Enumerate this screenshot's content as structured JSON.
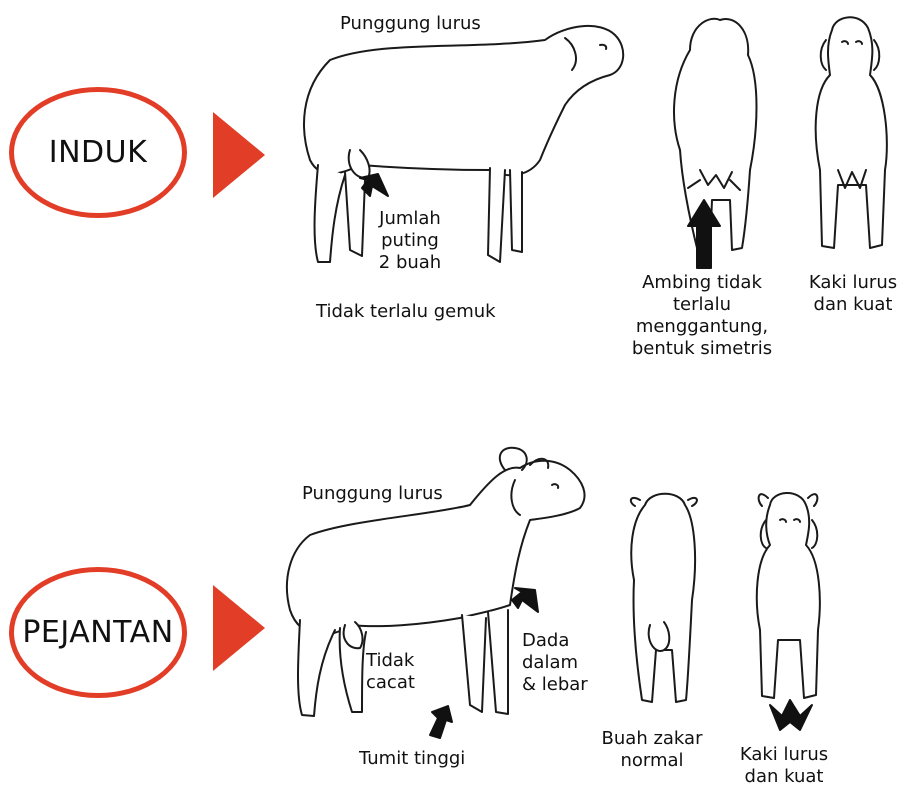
{
  "induk": {
    "category_label": "INDUK",
    "side_view": {
      "back_label": "Punggung lurus",
      "teats_label": [
        "Jumlah",
        "puting",
        "2 buah"
      ],
      "body_label": "Tidak terlalu gemuk"
    },
    "rear_view": {
      "udder_label": [
        "Ambing tidak",
        "terlalu",
        "menggantung,",
        "bentuk simetris"
      ]
    },
    "front_view": {
      "legs_label": [
        "Kaki lurus",
        "dan kuat"
      ]
    }
  },
  "pejantan": {
    "category_label": "PEJANTAN",
    "side_view": {
      "back_label": "Punggung lurus",
      "defect_label": [
        "Tidak",
        "cacat"
      ],
      "chest_label": [
        "Dada",
        "dalam",
        "& lebar"
      ],
      "heel_label": "Tumit tinggi"
    },
    "rear_view": {
      "testicle_label": [
        "Buah zakar",
        "normal"
      ]
    },
    "front_view": {
      "legs_label": [
        "Kaki lurus",
        "dan kuat"
      ]
    }
  },
  "colors": {
    "accent": "#e23d27",
    "line": "#1a1a1a",
    "arrow": "#111111"
  }
}
